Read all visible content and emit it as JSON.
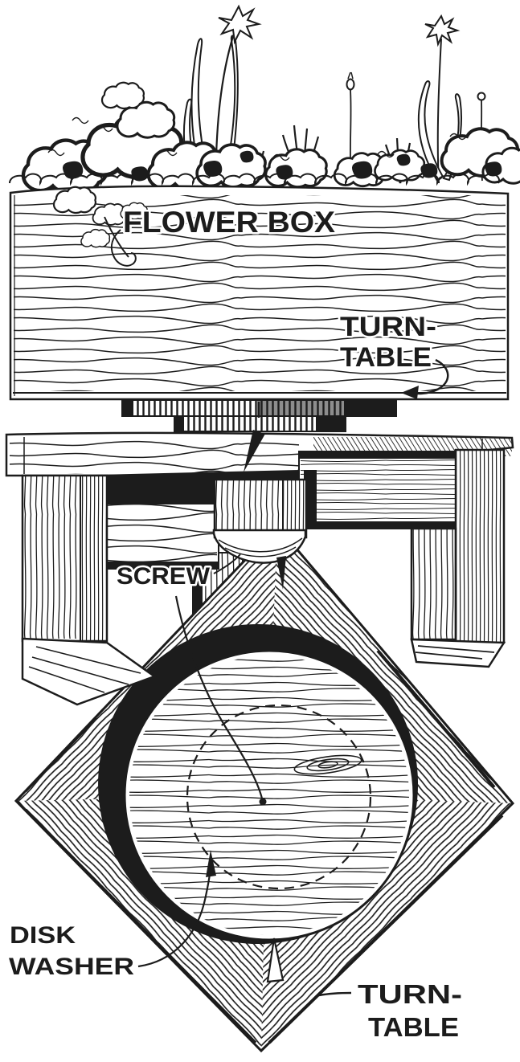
{
  "colors": {
    "ink": "#1c1c1c",
    "paper": "#ffffff"
  },
  "labels": {
    "flower_box": "FLOWER BOX",
    "turntable_top_line1": "TURN-",
    "turntable_top_line2": "TABLE",
    "screw": "SCREW",
    "disk_line1": "DISK",
    "disk_line2": "WASHER",
    "turntable_bottom_line1": "TURN-",
    "turntable_bottom_line2": "TABLE"
  }
}
